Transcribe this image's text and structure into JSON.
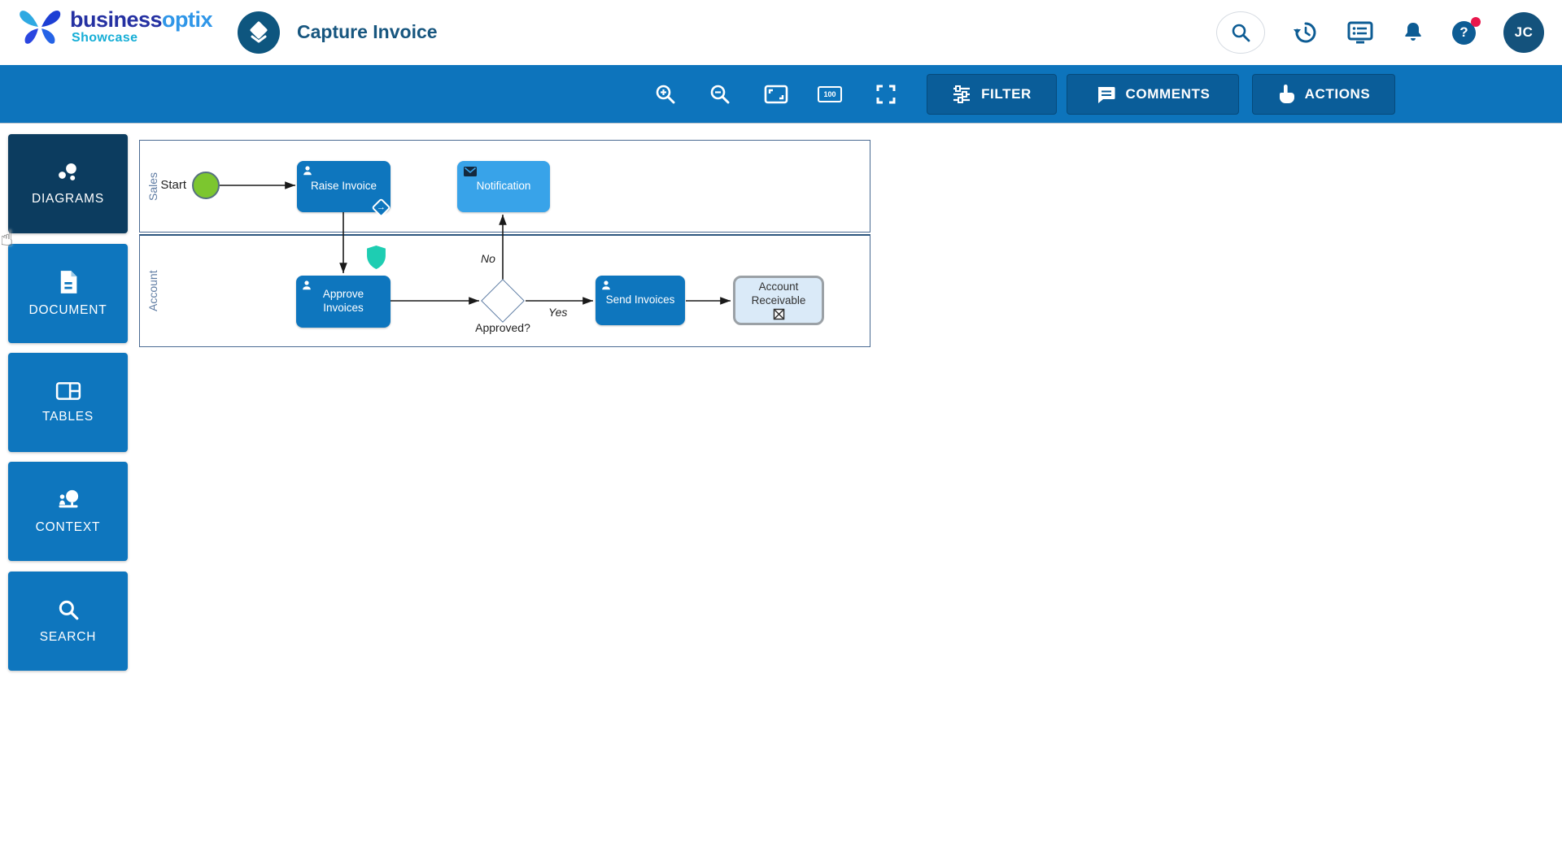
{
  "header": {
    "brand": {
      "primary": "business",
      "secondary": "optix",
      "subtitle": "Showcase"
    },
    "title": "Capture Invoice",
    "avatar_initials": "JC",
    "icons": [
      "search-icon",
      "history-icon",
      "console-list-icon",
      "bell-icon",
      "help-icon",
      "avatar"
    ],
    "help_text": "?"
  },
  "toolbar": {
    "view_icons": [
      "zoom-in-icon",
      "zoom-out-icon",
      "fit-screen-icon",
      "zoom-100-icon",
      "fullscreen-icon"
    ],
    "zoom_100_text": "100",
    "buttons": [
      {
        "label": "FILTER",
        "icon": "filter-sliders-icon"
      },
      {
        "label": "COMMENTS",
        "icon": "comment-bubble-icon"
      },
      {
        "label": "ACTIONS",
        "icon": "pointer-hand-icon"
      }
    ]
  },
  "sidebar": {
    "items": [
      {
        "label": "DIAGRAMS",
        "icon": "bubbles-icon",
        "active": true
      },
      {
        "label": "DOCUMENT",
        "icon": "document-icon",
        "active": false
      },
      {
        "label": "TABLES",
        "icon": "table-icon",
        "active": false
      },
      {
        "label": "CONTEXT",
        "icon": "person-presenting-icon",
        "active": false
      },
      {
        "label": "SEARCH",
        "icon": "search-icon",
        "active": false
      }
    ]
  },
  "diagram": {
    "lanes": [
      {
        "label": "Sales"
      },
      {
        "label": "Account"
      }
    ],
    "nodes": {
      "start": "Start",
      "raise_invoice": "Raise Invoice",
      "notification": "Notification",
      "approve_invoices": "Approve Invoices",
      "gateway": "Approved?",
      "send_invoices": "Send Invoices",
      "account_receivable": "Account Receivable"
    },
    "edge_labels": {
      "no": "No",
      "yes": "Yes"
    },
    "markers": [
      "person-icon",
      "envelope-icon",
      "shield-icon",
      "link-diamond-icon",
      "end-x-icon"
    ]
  },
  "colors": {
    "toolbar_blue": "#0d74bc",
    "button_blue": "#0a5d99",
    "navy_active": "#0c3c5f",
    "side_blue": "#0e76be",
    "task_blue": "#0e76be",
    "notif_blue": "#38a3e9",
    "start_green": "#7cc62f",
    "shield_teal": "#1ecdb2",
    "badge_red": "#e8174c"
  }
}
